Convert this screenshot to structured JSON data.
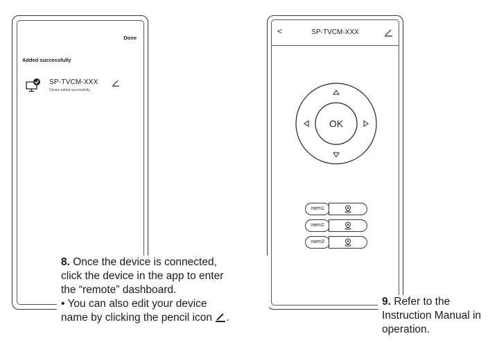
{
  "phone1": {
    "done_label": "Done",
    "added_title": "Added successfully",
    "device": {
      "name": "SP-TVCM-XXX",
      "status": "Device added successfully",
      "icon": "tv-check-icon"
    }
  },
  "phone2": {
    "back_label": "<",
    "title": "SP-TVCM-XXX",
    "ok_label": "OK",
    "memories": [
      {
        "label": "mem1"
      },
      {
        "label": "mem2"
      },
      {
        "label": "mem3"
      }
    ]
  },
  "step8": {
    "number": "8.",
    "line1": " Once the device is connected,",
    "line2": "click the device in the app to enter",
    "line3": "the “remote” dashboard.",
    "line4": "• You can also edit your device",
    "line5": "name by clicking the pencil icon",
    "tail": "."
  },
  "step9": {
    "number": "9.",
    "line1": " Refer to the",
    "line2": "Instruction Manual in",
    "line3": "operation."
  }
}
